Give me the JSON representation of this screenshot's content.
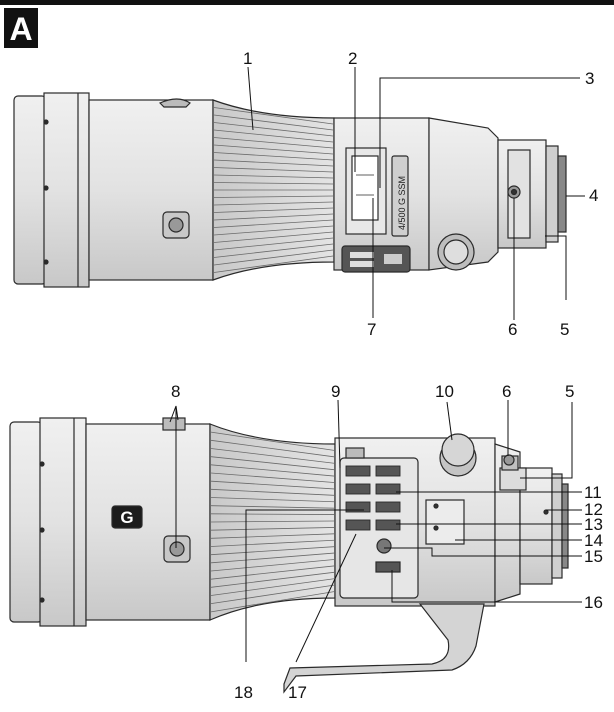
{
  "panel_label": "A",
  "lens_text": {
    "model": "4/500 G SSM",
    "brand_logo": "G"
  },
  "top_view_callouts": [
    "1",
    "2",
    "3",
    "4",
    "5",
    "6",
    "7"
  ],
  "side_view_callouts": [
    "8",
    "9",
    "10",
    "6",
    "5",
    "11",
    "12",
    "13",
    "14",
    "15",
    "16",
    "17",
    "18"
  ],
  "colors": {
    "header_bar": "#111111",
    "lens_body": "#dcdcdc",
    "lens_shadow": "#a9a9a9",
    "outline": "#2a2a2a",
    "dark_panel": "#333333",
    "white": "#ffffff"
  }
}
